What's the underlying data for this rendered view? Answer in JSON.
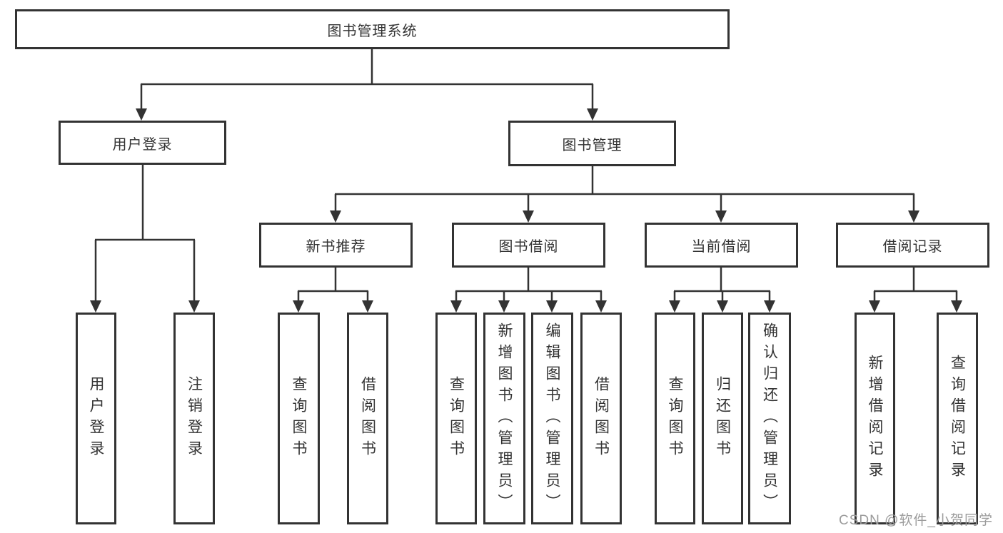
{
  "diagram": {
    "type": "tree",
    "nodes": {
      "root": "图书管理系统",
      "user_login": "用户登录",
      "book_management": "图书管理",
      "new_book_recommend": "新书推荐",
      "book_borrow": "图书借阅",
      "current_borrow": "当前借阅",
      "borrow_records": "借阅记录",
      "leaf_user_login": "用户登录",
      "leaf_logout": "注销登录",
      "leaf_nb_query_books": "查询图书",
      "leaf_nb_borrow_books": "借阅图书",
      "leaf_bb_query_books": "查询图书",
      "leaf_bb_add_books": "新增图书（管理员）",
      "leaf_bb_edit_books": "编辑图书（管理员）",
      "leaf_bb_borrow_books": "借阅图书",
      "leaf_cb_query_books": "查询图书",
      "leaf_cb_return_books": "归还图书",
      "leaf_cb_confirm_return": "确认归还（管理员）",
      "leaf_br_add_record": "新增借阅记录",
      "leaf_br_query_record": "查询借阅记录"
    },
    "hierarchy": {
      "图书管理系统": {
        "用户登录": [
          "用户登录",
          "注销登录"
        ],
        "图书管理": {
          "新书推荐": [
            "查询图书",
            "借阅图书"
          ],
          "图书借阅": [
            "查询图书",
            "新增图书（管理员）",
            "编辑图书（管理员）",
            "借阅图书"
          ],
          "当前借阅": [
            "查询图书",
            "归还图书",
            "确认归还（管理员）"
          ],
          "借阅记录": [
            "新增借阅记录",
            "查询借阅记录"
          ]
        }
      }
    },
    "colors": {
      "line": "#333333",
      "border": "#333333",
      "text": "#333333",
      "watermark": "#9b9b9b",
      "background": "#ffffff"
    },
    "watermark": "CSDN @软件_小贺同学"
  }
}
